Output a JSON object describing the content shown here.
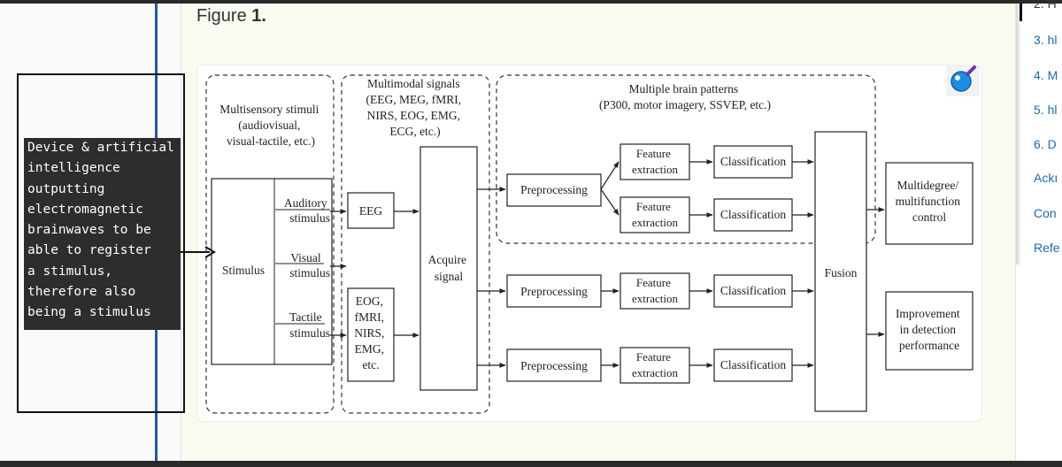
{
  "figure": {
    "title_prefix": "Figure",
    "title_number": "1."
  },
  "toc": {
    "items": [
      "2. H",
      "3. hl",
      "4. M",
      "5. hl",
      "6. D",
      "Ackı",
      "Con",
      "Refe"
    ]
  },
  "annotation": {
    "text": "Device & artificial\nintelligence\noutputting\nelectromagnetic\nbrainwaves to be\nable to register\na stimulus,\ntherefore also\nbeing a stimulus"
  },
  "diagram": {
    "groups": {
      "stimuli": [
        "Multisensory stimuli",
        "(audiovisual,",
        "visual-tactile, etc.)"
      ],
      "signals": [
        "Multimodal signals",
        "(EEG, MEG, fMRI,",
        "NIRS, EOG, EMG,",
        "ECG, etc.)"
      ],
      "patterns": [
        "Multiple brain patterns",
        "(P300, motor imagery, SSVEP, etc.)"
      ]
    },
    "stimulus": "Stimulus",
    "stimulus_outputs": [
      [
        "Auditory",
        "stimulus"
      ],
      [
        "Visual",
        "stimulus"
      ],
      [
        "Tactile",
        "stimulus"
      ]
    ],
    "eeg": "EEG",
    "other_signals": [
      "EOG,",
      "fMRI,",
      "NIRS,",
      "EMG,",
      "etc."
    ],
    "acquire": [
      "Acquire",
      "signal"
    ],
    "preprocessing": "Preprocessing",
    "feature": [
      "Feature",
      "extraction"
    ],
    "classification": "Classification",
    "fusion": "Fusion",
    "outputs": [
      [
        "Multidegree/",
        "multifunction",
        "control"
      ],
      [
        "Improvement",
        "in detection",
        "performance"
      ]
    ]
  },
  "colors": {
    "accent_blue": "#1e5aa8",
    "link_blue": "#1a6bb5",
    "panel_bg": "#fbfaf0",
    "note_bg": "#2d2d2d",
    "zoom_icon_blue": "#1d8ee0"
  }
}
